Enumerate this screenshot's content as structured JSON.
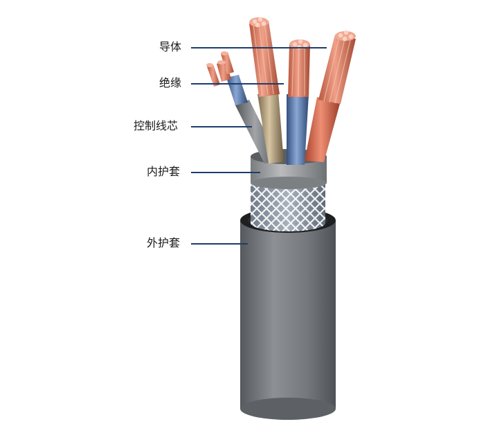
{
  "labels": {
    "conductor": "导体",
    "insulation": "绝缘",
    "control_core": "控制线芯",
    "inner_sheath": "内护套",
    "outer_sheath": "外护套"
  },
  "colors": {
    "leader_line": "#1d3d6b",
    "copper": "#d9745a",
    "outer_sheath": "#6b6f73",
    "inner_sheath": "#8a8d90",
    "core_blue": "#4a6fa8",
    "core_tan": "#a08d6a",
    "core_red": "#c95a43",
    "core_gray": "#6c6f72"
  }
}
